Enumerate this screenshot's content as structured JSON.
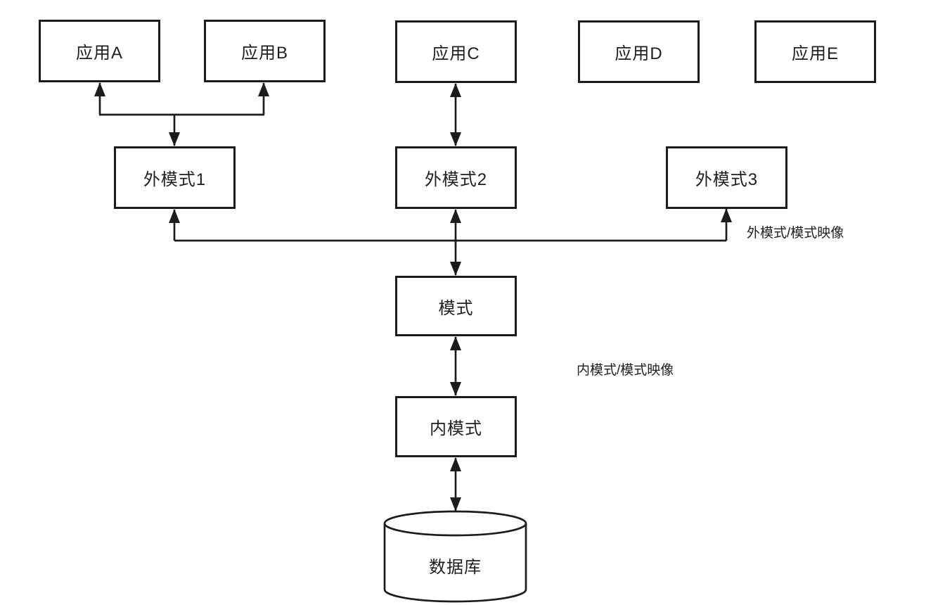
{
  "diagram_title": "database-three-schema-architecture",
  "nodes": {
    "applications": [
      {
        "label": "应用A"
      },
      {
        "label": "应用B"
      },
      {
        "label": "应用C"
      },
      {
        "label": "应用D"
      },
      {
        "label": "应用E"
      }
    ],
    "external_schemas": [
      {
        "label": "外模式1"
      },
      {
        "label": "外模式2"
      },
      {
        "label": "外模式3"
      }
    ],
    "schema": {
      "label": "模式"
    },
    "internal_schema": {
      "label": "内模式"
    },
    "database": {
      "label": "数据库"
    }
  },
  "annotations": {
    "external_mapping": "外模式/模式映像",
    "internal_mapping": "内模式/模式映像"
  },
  "connections": [
    {
      "nodes": [
        "应用A",
        "外模式1"
      ],
      "bidirectional": true
    },
    {
      "nodes": [
        "应用B",
        "外模式1"
      ],
      "bidirectional": true
    },
    {
      "nodes": [
        "应用C",
        "外模式2"
      ],
      "bidirectional": true
    },
    {
      "nodes": [
        "外模式1",
        "模式"
      ],
      "bidirectional": true
    },
    {
      "nodes": [
        "外模式2",
        "模式"
      ],
      "bidirectional": true
    },
    {
      "nodes": [
        "外模式3",
        "模式"
      ],
      "bidirectional": true
    },
    {
      "nodes": [
        "模式",
        "内模式"
      ],
      "bidirectional": true
    },
    {
      "nodes": [
        "内模式",
        "数据库"
      ],
      "bidirectional": true
    }
  ],
  "colors": {
    "line": "#1c1c1c",
    "text": "#1f1f1f",
    "background": "#ffffff"
  }
}
